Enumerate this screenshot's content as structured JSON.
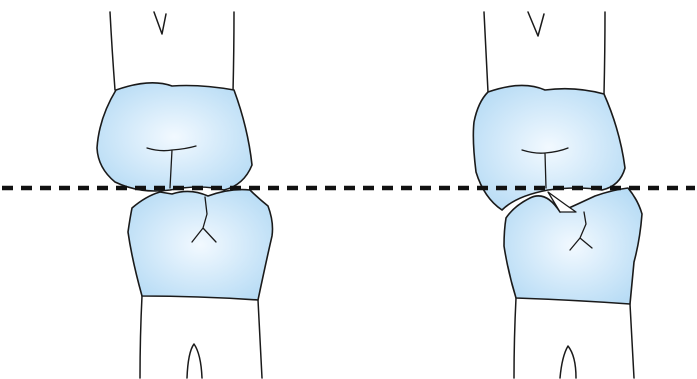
{
  "diagram": {
    "panels": [
      {
        "id": "left",
        "description_shown": false
      },
      {
        "id": "right",
        "description_shown": false
      }
    ],
    "colors": {
      "crown_fill_center": "#f2f9ff",
      "crown_fill_edge": "#b8dcf5",
      "outline": "#1a1a1a",
      "reference_line": "#111111",
      "background": "#ffffff"
    },
    "reference_line_style": "dashed"
  }
}
